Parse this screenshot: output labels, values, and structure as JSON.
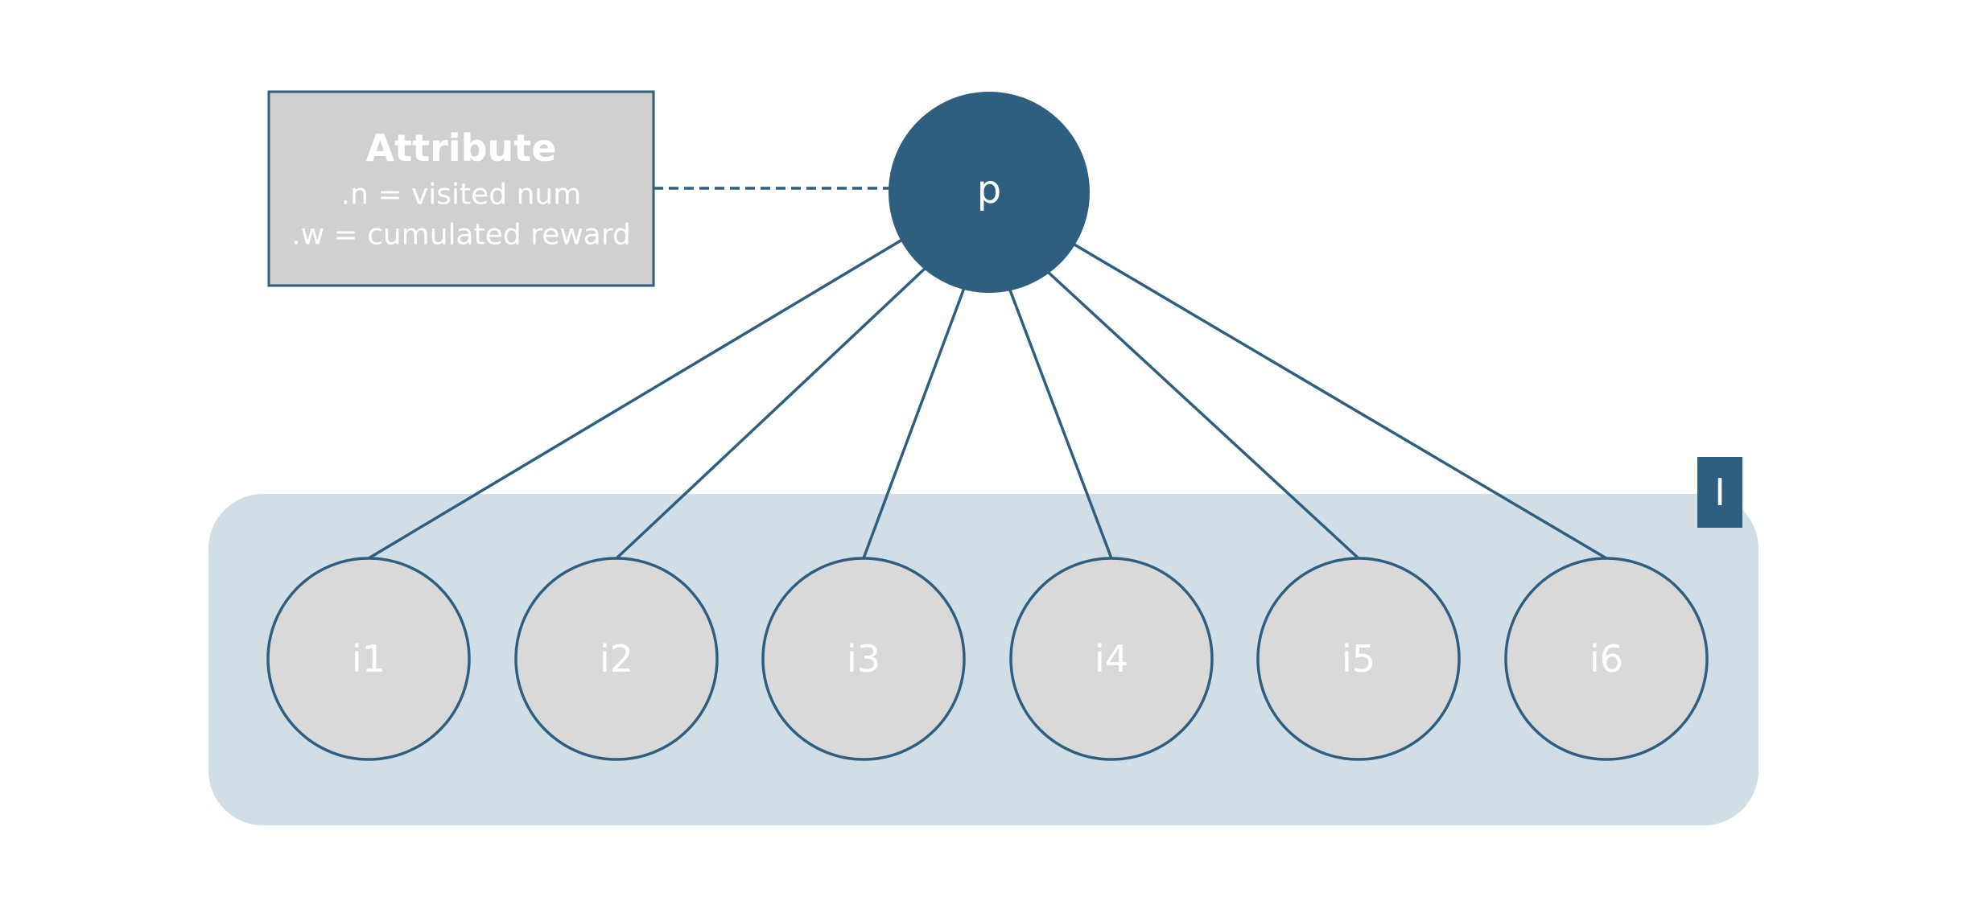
{
  "colors": {
    "accent": "#2e5e80",
    "node_fill_gray": "#d9d9d9",
    "group_fill": "#d1dee5",
    "attribute_box_fill": "#d0d0d0",
    "text": "#ffffff"
  },
  "attribute_box": {
    "title": "Attribute",
    "lines": [
      ".n = visited num",
      ".w = cumulated reward"
    ]
  },
  "parent_node": {
    "label": "p"
  },
  "group": {
    "label": "I"
  },
  "children": [
    {
      "label": "i1"
    },
    {
      "label": "i2"
    },
    {
      "label": "i3"
    },
    {
      "label": "i4"
    },
    {
      "label": "i5"
    },
    {
      "label": "i6"
    }
  ]
}
